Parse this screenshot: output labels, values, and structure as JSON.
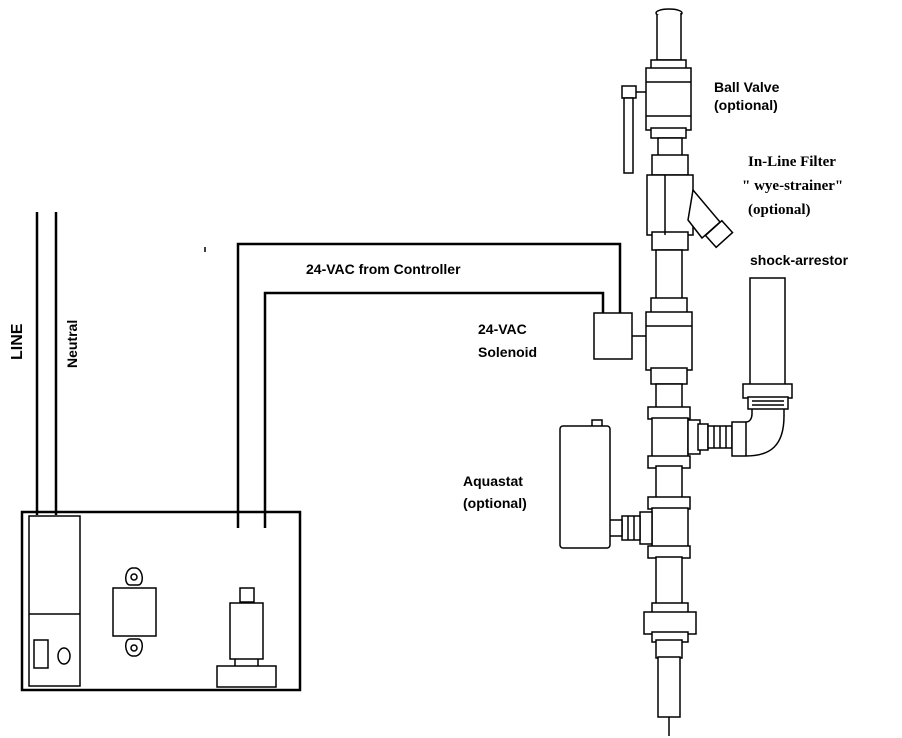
{
  "labels": {
    "line": "LINE",
    "neutral": "Neutral",
    "wire_label": "24-VAC from Controller",
    "solenoid_line1": "24-VAC",
    "solenoid_line2": "Solenoid",
    "ball_valve_line1": "Ball Valve",
    "ball_valve_line2": "(optional)",
    "filter_line1": "In-Line Filter",
    "filter_line2": "\" wye-strainer\"",
    "filter_line3": "(optional)",
    "shock_arrestor": "shock-arrestor",
    "aquastat_line1": "Aquastat",
    "aquastat_line2": "(optional)"
  },
  "colors": {
    "stroke": "#000000",
    "fill": "#ffffff"
  }
}
